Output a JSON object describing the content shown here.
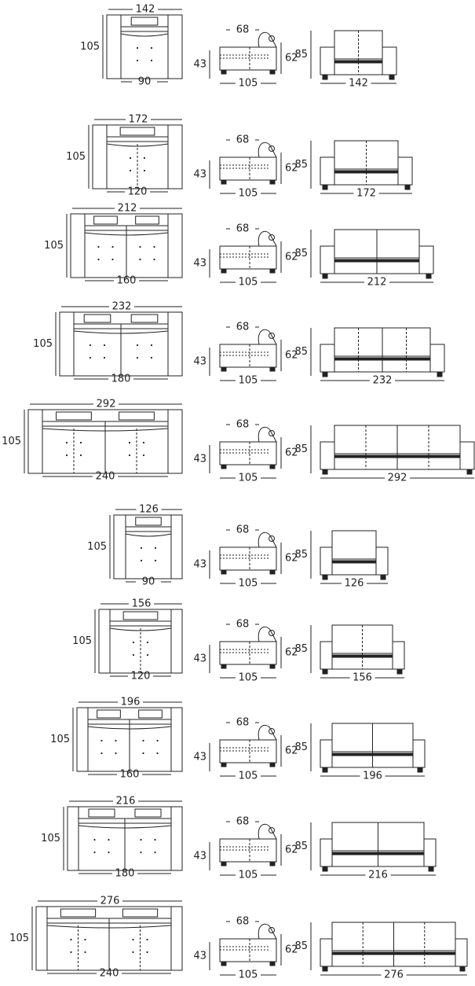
{
  "sofas": [
    {
      "overall_width": "142",
      "seat_width": "90",
      "depth": "105",
      "seat_count": 1,
      "side_depth": "105",
      "seat_depth": "68",
      "seat_height": "43",
      "arm_height": "62",
      "back_height": "85",
      "front_width": "142"
    },
    {
      "overall_width": "172",
      "seat_width": "120",
      "depth": "105",
      "seat_count": 1,
      "side_depth": "105",
      "seat_depth": "68",
      "seat_height": "43",
      "arm_height": "62",
      "back_height": "85",
      "front_width": "172"
    },
    {
      "overall_width": "212",
      "seat_width": "160",
      "depth": "105",
      "seat_count": 2,
      "side_depth": "105",
      "seat_depth": "68",
      "seat_height": "43",
      "arm_height": "62",
      "back_height": "85",
      "front_width": "212"
    },
    {
      "overall_width": "232",
      "seat_width": "180",
      "depth": "105",
      "seat_count": 2,
      "side_depth": "105",
      "seat_depth": "68",
      "seat_height": "43",
      "arm_height": "62",
      "back_height": "85",
      "front_width": "232"
    },
    {
      "overall_width": "292",
      "seat_width": "240",
      "depth": "105",
      "seat_count": 2,
      "side_depth": "105",
      "seat_depth": "68",
      "seat_height": "43",
      "arm_height": "62",
      "back_height": "85",
      "front_width": "292"
    },
    {
      "overall_width": "126",
      "seat_width": "90",
      "depth": "105",
      "seat_count": 1,
      "side_depth": "105",
      "seat_depth": "68",
      "seat_height": "43",
      "arm_height": "62",
      "back_height": "85",
      "front_width": "126"
    },
    {
      "overall_width": "156",
      "seat_width": "120",
      "depth": "105",
      "seat_count": 1,
      "side_depth": "105",
      "seat_depth": "68",
      "seat_height": "43",
      "arm_height": "62",
      "back_height": "85",
      "front_width": "156"
    },
    {
      "overall_width": "196",
      "seat_width": "160",
      "depth": "105",
      "seat_count": 2,
      "side_depth": "105",
      "seat_depth": "68",
      "seat_height": "43",
      "arm_height": "62",
      "back_height": "85",
      "front_width": "196"
    },
    {
      "overall_width": "216",
      "seat_width": "180",
      "depth": "105",
      "seat_count": 2,
      "side_depth": "105",
      "seat_depth": "68",
      "seat_height": "43",
      "arm_height": "62",
      "back_height": "85",
      "front_width": "216"
    },
    {
      "overall_width": "276",
      "seat_width": "240",
      "depth": "105",
      "seat_count": 2,
      "side_depth": "105",
      "seat_depth": "68",
      "seat_height": "43",
      "arm_height": "62",
      "back_height": "85",
      "front_width": "276"
    }
  ],
  "colors": {
    "line": "#222222",
    "background": "#ffffff"
  }
}
